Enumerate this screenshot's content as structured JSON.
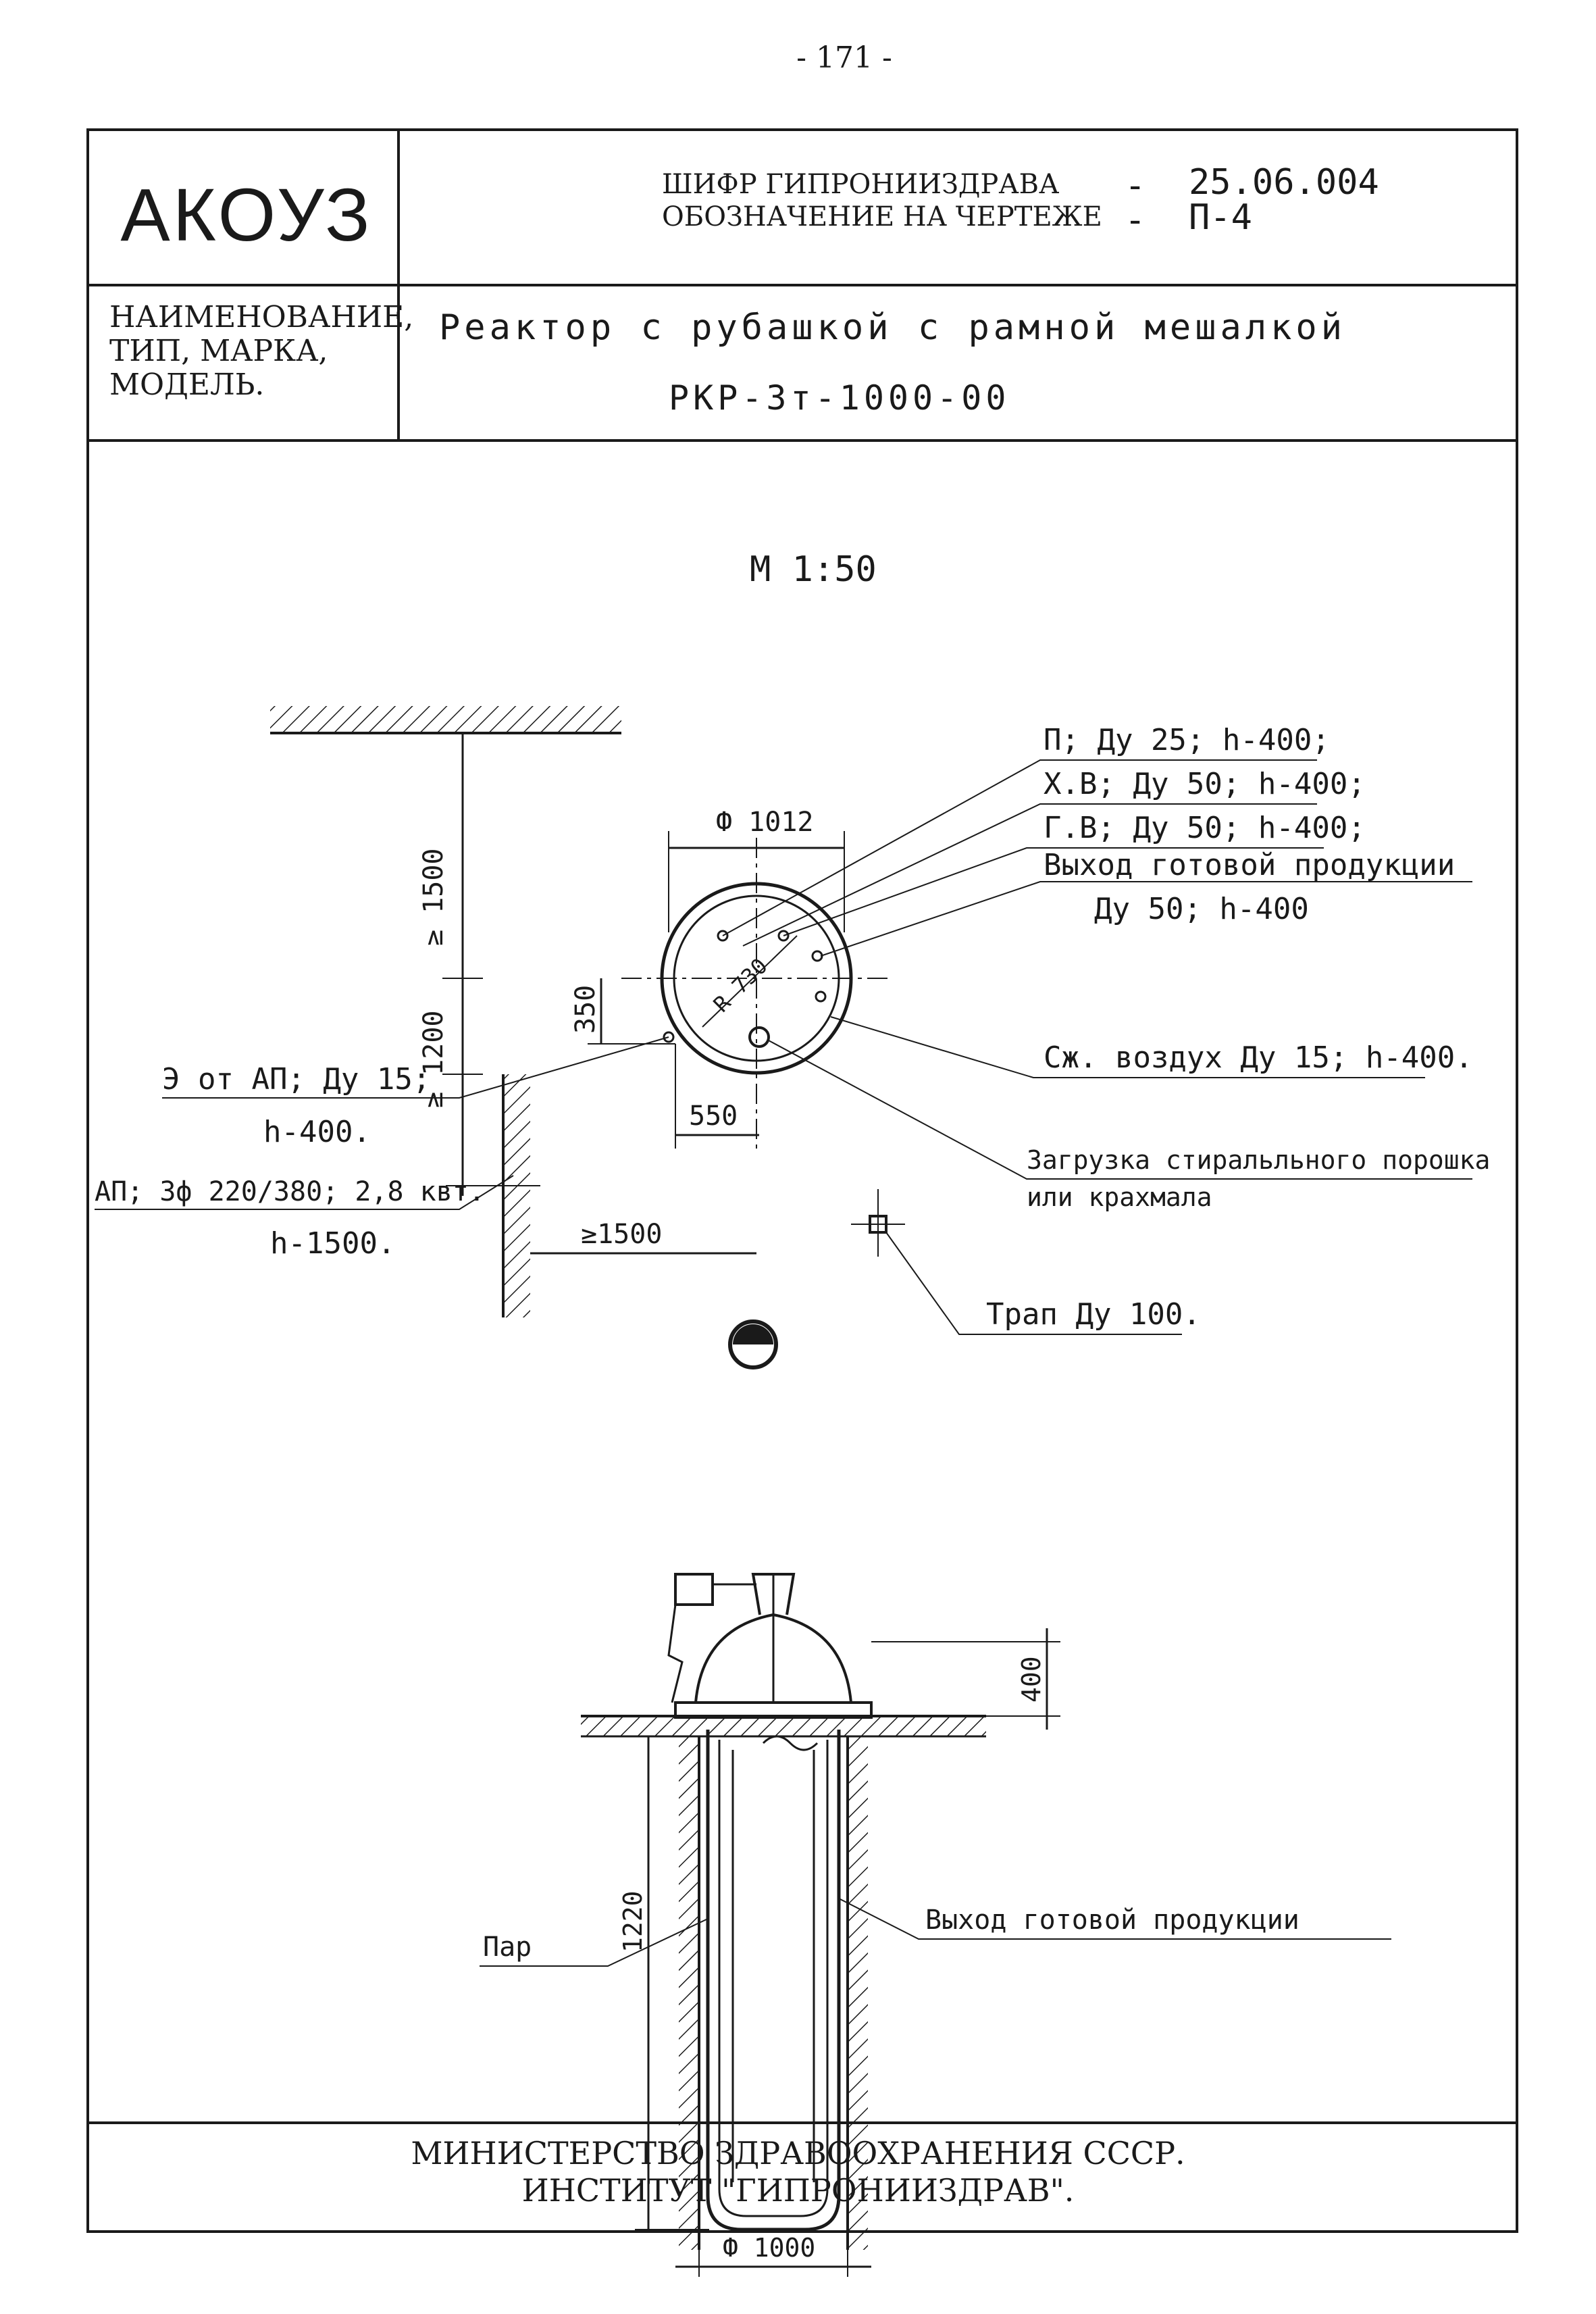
{
  "page_number": "- 171 -",
  "logo": "АКОУЗ",
  "header": {
    "cipher_label": "ШИФР ГИПРОНИИЗДРАВА",
    "designation_label": "ОБОЗНАЧЕНИЕ НА ЧЕРТЕЖЕ",
    "dash": "-",
    "cipher_value": "25.06.004",
    "designation_value": "П-4"
  },
  "name_block": {
    "label_lines": [
      "НАИМЕНОВАНИЕ,",
      "ТИП, МАРКА,",
      "МОДЕЛЬ."
    ],
    "title": "Реактор с рубашкой с рамной мешалкой",
    "model": "РКР-3т-1000-00"
  },
  "drawing": {
    "scale": "М 1:50",
    "plan": {
      "diameter": "Ф 1012",
      "inner_radius": "R 730",
      "dim_1500_vertical": "≥ 1500",
      "dim_1200": "≥ 1200",
      "dim_350": "350",
      "dim_550": "550",
      "dim_1500_horizontal": "≥1500",
      "callouts": [
        "П; Ду 25; h-400;",
        "Х.В; Ду 50; h-400;",
        "Г.В; Ду 50; h-400;",
        "Выход готовой продукции",
        "Ду 50; h-400",
        "Сж. воздух Ду 15; h-400.",
        "Загрузка стиральльного порошка",
        "или крахмала",
        "Трап Ду 100."
      ],
      "left_callouts": [
        "Э от АП; Ду 15;",
        "h-400.",
        "АП; 3ф 220/380; 2,8 квт.",
        "h-1500."
      ]
    },
    "section": {
      "dim_400": "400",
      "dim_1220": "1220",
      "diameter": "Ф 1000",
      "left_label": "Пар",
      "right_label": "Выход готовой продукции"
    }
  },
  "footer": {
    "line1": "МИНИСТЕРСТВО ЗДРАВООХРАНЕНИЯ СССР.",
    "line2": "ИНСТИТУТ \"ГИПРОНИИЗДРАВ\"."
  }
}
